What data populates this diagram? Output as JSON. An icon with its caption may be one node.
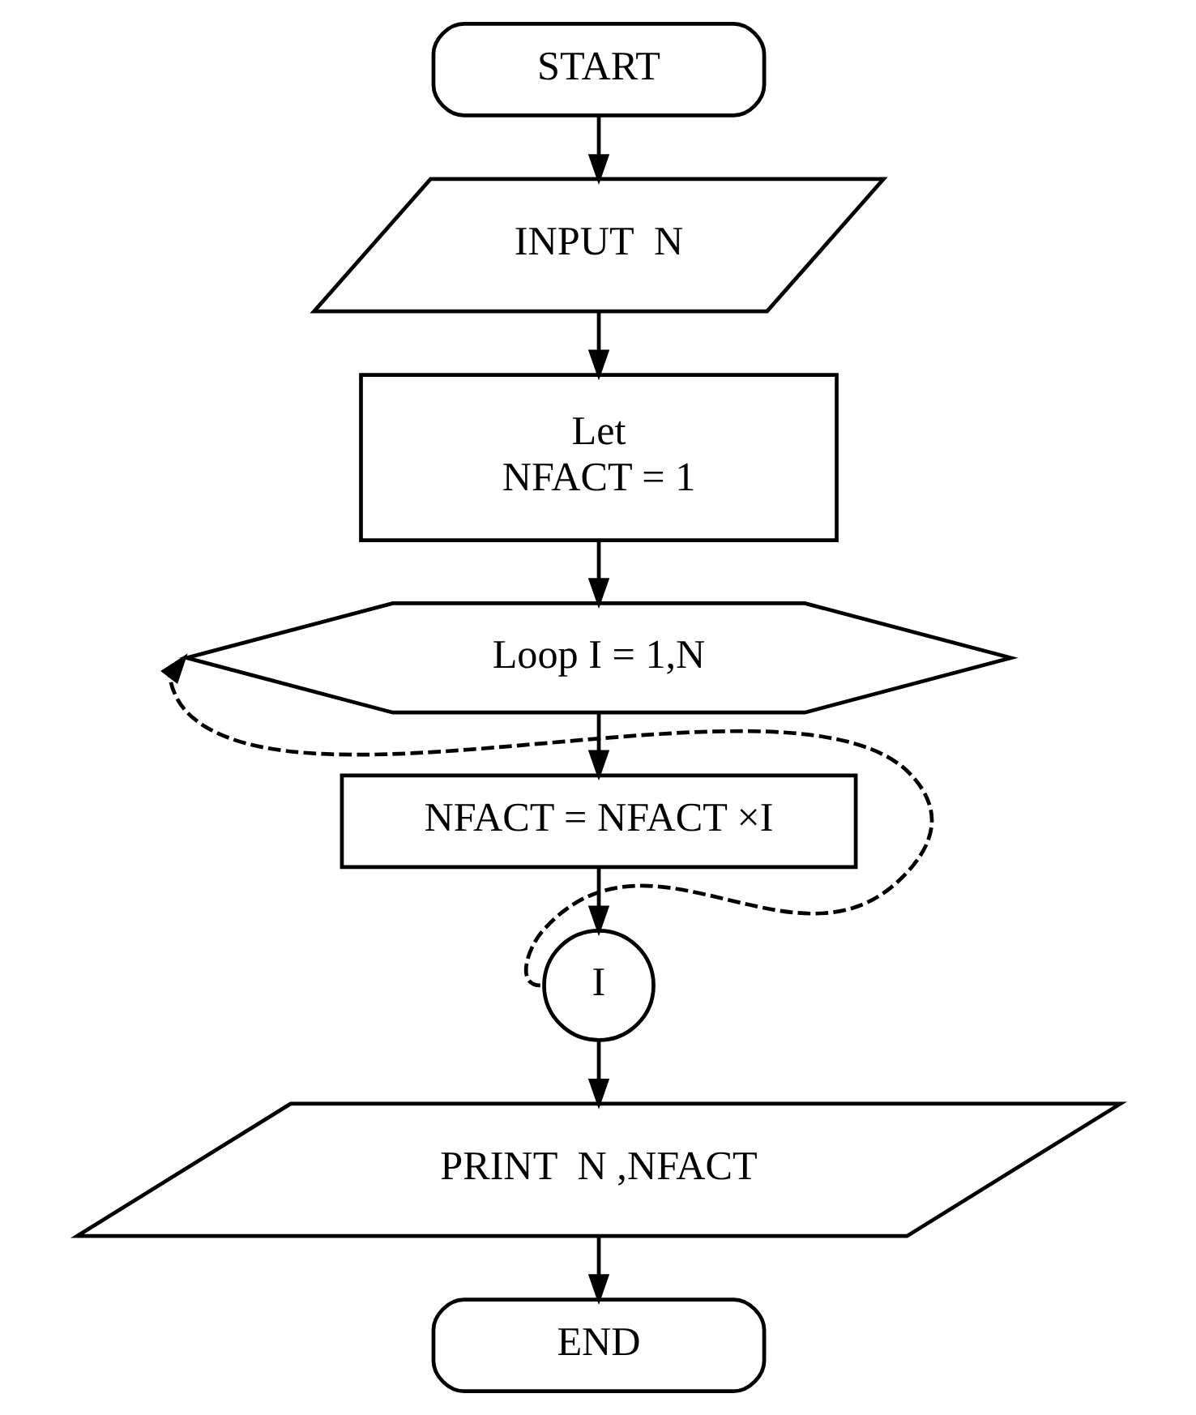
{
  "diagram": {
    "nodes": [
      {
        "text": [
          "START"
        ]
      },
      {
        "text": [
          "INPUT  N"
        ]
      },
      {
        "text": [
          "Let NFACT = 1"
        ]
      },
      {
        "text": [
          "Loop I = 1,N"
        ]
      },
      {
        "text": [
          "NFACT = NFACT ×I"
        ]
      },
      {
        "text": [
          "I"
        ]
      },
      {
        "text": [
          "PRINT  N ,NFACT"
        ]
      },
      {
        "text": [
          "END"
        ]
      }
    ],
    "edges": [
      {
        "from": 0,
        "to": 1,
        "arrow": "to"
      },
      {
        "from": 1,
        "to": 2,
        "arrow": "to"
      },
      {
        "from": 2,
        "to": 3,
        "arrow": "to"
      },
      {
        "from": 3,
        "to": 4,
        "arrow": "to"
      },
      {
        "from": 4,
        "to": 5,
        "arrow": "to"
      },
      {
        "from": 5,
        "to": 3,
        "arrow": "to",
        "style": "dashed"
      },
      {
        "from": 5,
        "to": 6,
        "arrow": "to"
      },
      {
        "from": 6,
        "to": 7,
        "arrow": "to"
      }
    ]
  }
}
